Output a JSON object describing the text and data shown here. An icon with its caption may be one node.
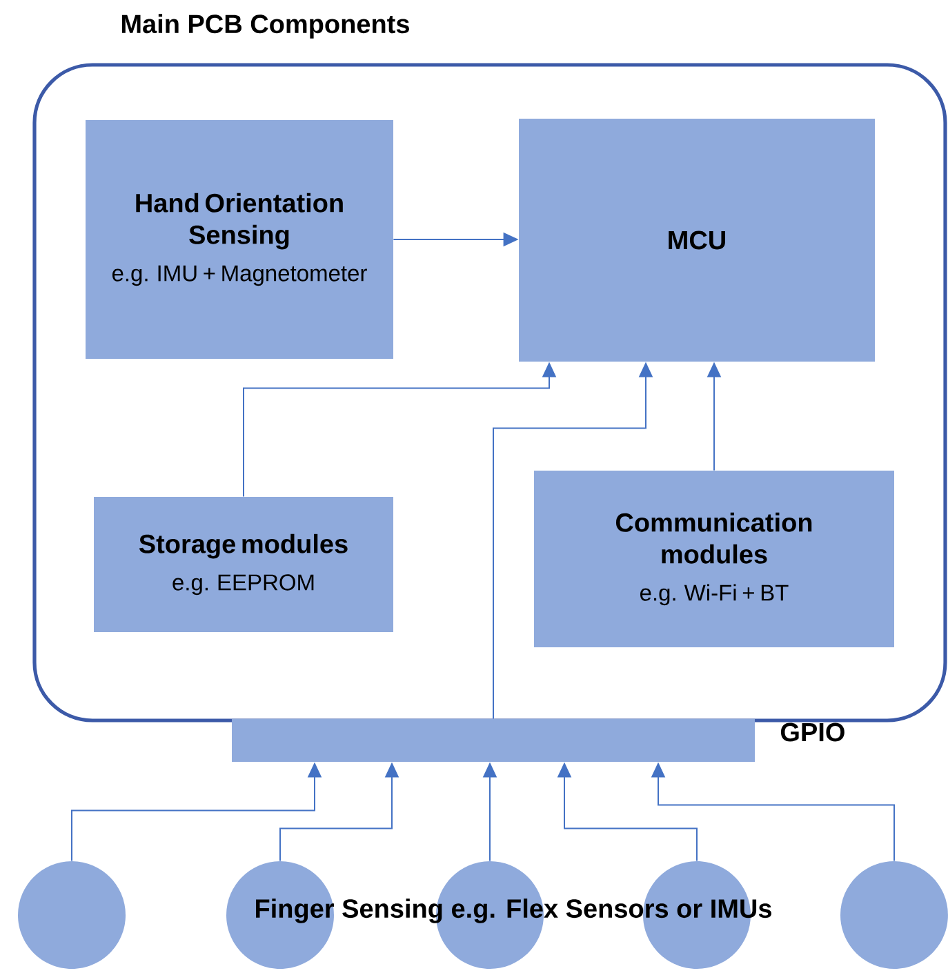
{
  "diagram": {
    "nodes": [
      {
        "text": [
          "Main PCB Components"
        ]
      },
      {
        "text": [
          "Hand Orientation Sensing",
          "e.g. IMU + Magnetometer"
        ],
        "in": 0
      },
      {
        "text": [
          "MCU"
        ],
        "in": 0
      },
      {
        "text": [
          "Storage modules",
          "e.g. EEPROM"
        ],
        "in": 0
      },
      {
        "text": [
          "Communication modules",
          "e.g. Wi-Fi + BT"
        ],
        "in": 0
      },
      {
        "text": [
          "GPIO"
        ]
      },
      {
        "text": [],
        "shape": "circle"
      },
      {
        "text": [],
        "shape": "circle"
      },
      {
        "text": [],
        "shape": "circle"
      },
      {
        "text": [],
        "shape": "circle"
      },
      {
        "text": [],
        "shape": "circle"
      }
    ],
    "edges": [
      {
        "from": 1,
        "to": 2,
        "arrow": "to"
      },
      {
        "from": 3,
        "to": 2,
        "arrow": "to"
      },
      {
        "from": 5,
        "to": 2,
        "arrow": "to"
      },
      {
        "from": 4,
        "to": 2,
        "arrow": "to"
      },
      {
        "from": 6,
        "to": 5,
        "arrow": "to"
      },
      {
        "from": 7,
        "to": 5,
        "arrow": "to"
      },
      {
        "from": 8,
        "to": 5,
        "arrow": "to"
      },
      {
        "from": 9,
        "to": 5,
        "arrow": "to"
      },
      {
        "from": 10,
        "to": 5,
        "arrow": "to"
      }
    ],
    "labels": [
      "Finger Sensing e.g. Flex Sensors or IMUs"
    ]
  }
}
